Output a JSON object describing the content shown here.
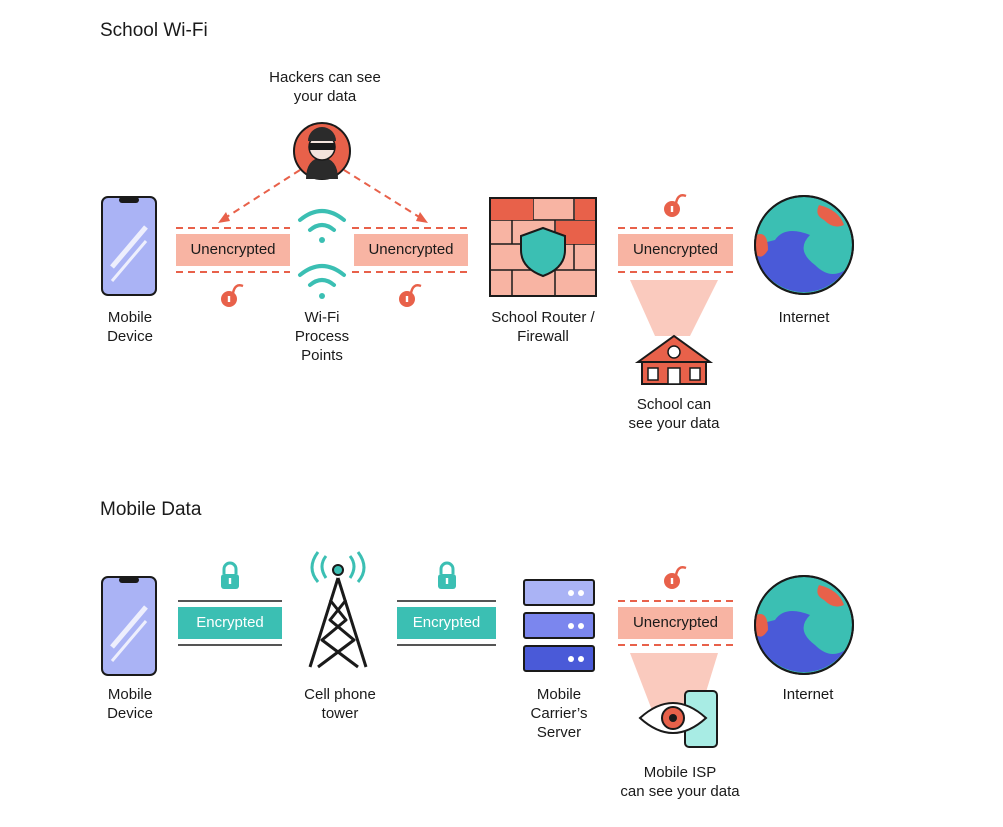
{
  "sections": {
    "wifi": {
      "title": "School Wi-Fi",
      "hackers_note": "Hackers can see\nyour data",
      "pills": [
        "Unencrypted",
        "Unencrypted",
        "Unencrypted"
      ],
      "nodes": {
        "device": "Mobile\nDevice",
        "wifi": "Wi-Fi\nProcess\nPoints",
        "router": "School Router /\nFirewall",
        "internet": "Internet"
      },
      "school_note": "School can\nsee your data"
    },
    "mobile": {
      "title": "Mobile Data",
      "pills": [
        "Encrypted",
        "Encrypted",
        "Unencrypted"
      ],
      "nodes": {
        "device": "Mobile\nDevice",
        "tower": "Cell phone\ntower",
        "server": "Mobile\nCarrier’s\nServer",
        "internet": "Internet"
      },
      "isp_note": "Mobile ISP\ncan see your data"
    }
  },
  "colors": {
    "danger": "#e8614a",
    "pill_red": "#f8b4a3",
    "teal": "#3bbfb3",
    "phone": "#aab3f5",
    "globe_land": "#3bbfb3",
    "globe_sea": "#4a5ad8",
    "server": "#7b86ee"
  },
  "icons": [
    "phone-icon",
    "wifi-icon",
    "hacker-icon",
    "firewall-icon",
    "globe-icon",
    "school-icon",
    "tower-icon",
    "server-icon",
    "eye-icon",
    "lock-icon",
    "unlock-icon"
  ]
}
